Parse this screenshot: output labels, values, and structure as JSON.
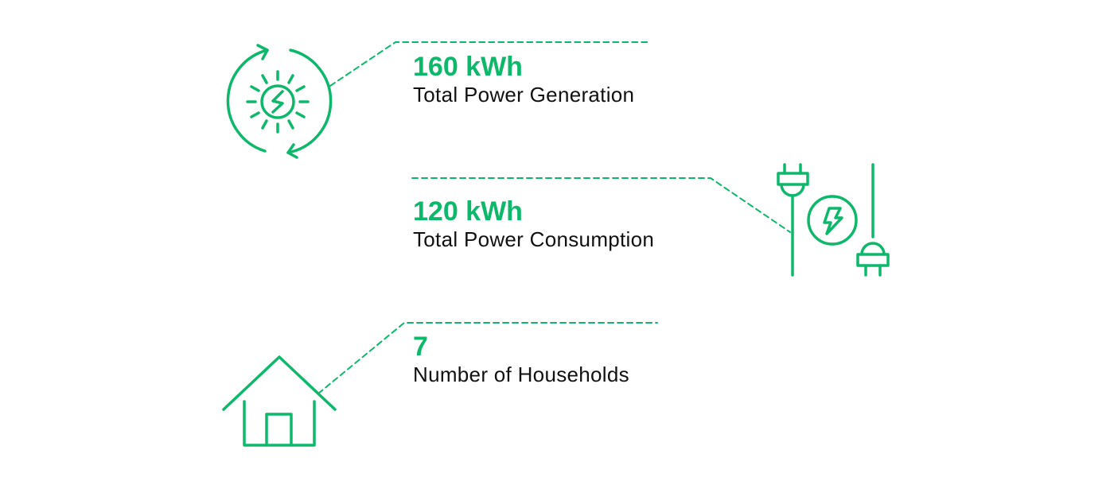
{
  "accent_color": "#0db86b",
  "stats": [
    {
      "value": "160 kWh",
      "label": "Total Power Generation",
      "icon": "solar-cycle-icon"
    },
    {
      "value": "120 kWh",
      "label": "Total Power Consumption",
      "icon": "plugs-icon"
    },
    {
      "value": "7",
      "label": "Number of Households",
      "icon": "house-icon"
    }
  ]
}
